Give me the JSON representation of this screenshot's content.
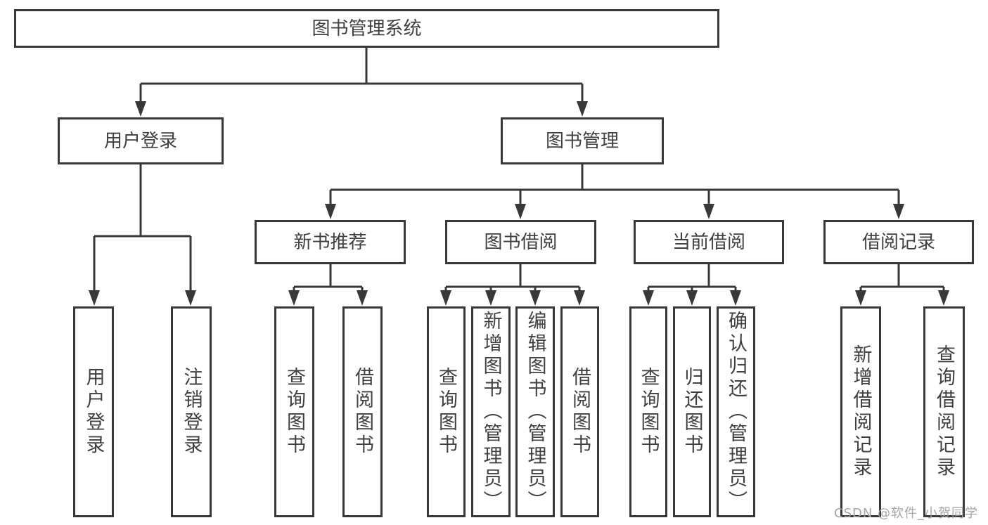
{
  "colors": {
    "background": "#ffffff",
    "line": "#383838",
    "text": "#3f3f3f",
    "watermark_text_color": "#a6a6a6"
  },
  "watermark": {
    "text": "CSDN @软件_小贺同学"
  },
  "diagram": {
    "type": "tree",
    "root": {
      "label": "图书管理系统"
    },
    "branches": [
      {
        "label": "用户登录",
        "children": [
          {
            "label": "用户登录"
          },
          {
            "label": "注销登录"
          }
        ]
      },
      {
        "label": "图书管理",
        "children": [
          {
            "label": "新书推荐",
            "children": [
              {
                "label": "查询图书"
              },
              {
                "label": "借阅图书"
              }
            ]
          },
          {
            "label": "图书借阅",
            "children": [
              {
                "label": "查询图书"
              },
              {
                "label": "新增图书（管理员）"
              },
              {
                "label": "编辑图书（管理员）"
              },
              {
                "label": "借阅图书"
              }
            ]
          },
          {
            "label": "当前借阅",
            "children": [
              {
                "label": "查询图书"
              },
              {
                "label": "归还图书"
              },
              {
                "label": "确认归还（管理员）"
              }
            ]
          },
          {
            "label": "借阅记录",
            "children": [
              {
                "label": "新增借阅记录"
              },
              {
                "label": "查询借阅记录"
              }
            ]
          }
        ]
      }
    ]
  }
}
